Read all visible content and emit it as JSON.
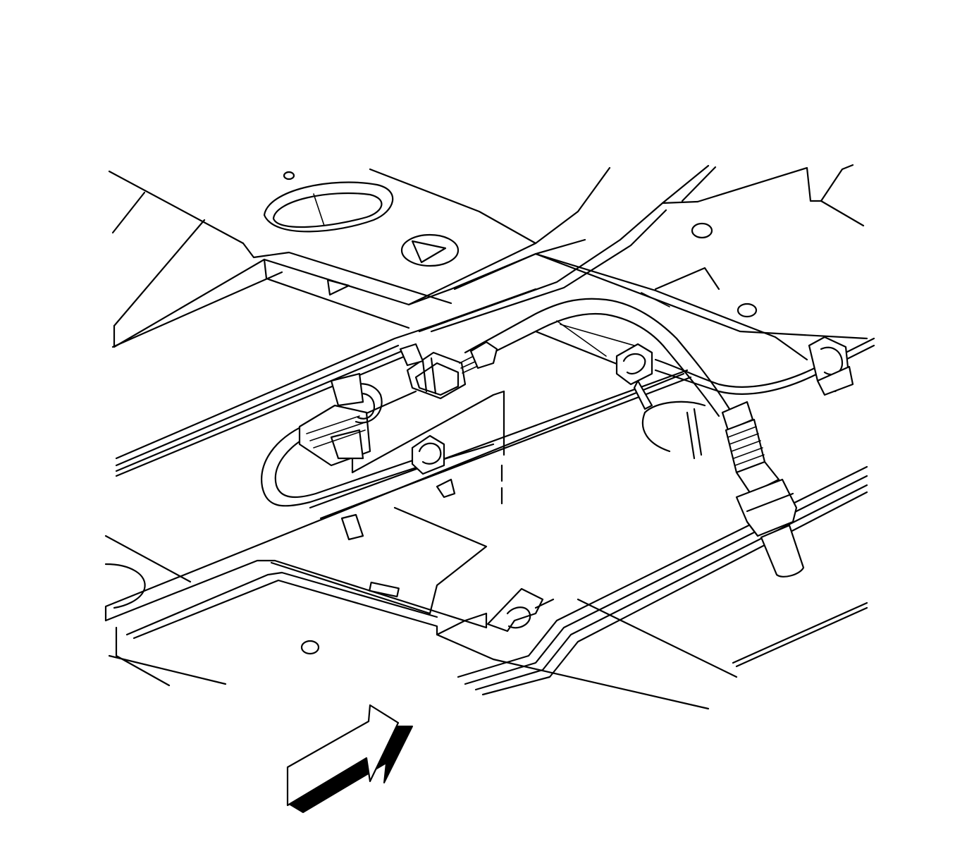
{
  "diagram": {
    "description_visible_text": "",
    "colors": {
      "line": "#000000",
      "background": "#ffffff"
    },
    "parts": [
      {
        "name": "underbody-floor-pan"
      },
      {
        "name": "exhaust-pipe"
      },
      {
        "name": "oxygen-sensor"
      },
      {
        "name": "electrical-connector"
      },
      {
        "name": "harness-clip"
      },
      {
        "name": "wiring-harness"
      },
      {
        "name": "front-direction-arrow"
      }
    ]
  }
}
